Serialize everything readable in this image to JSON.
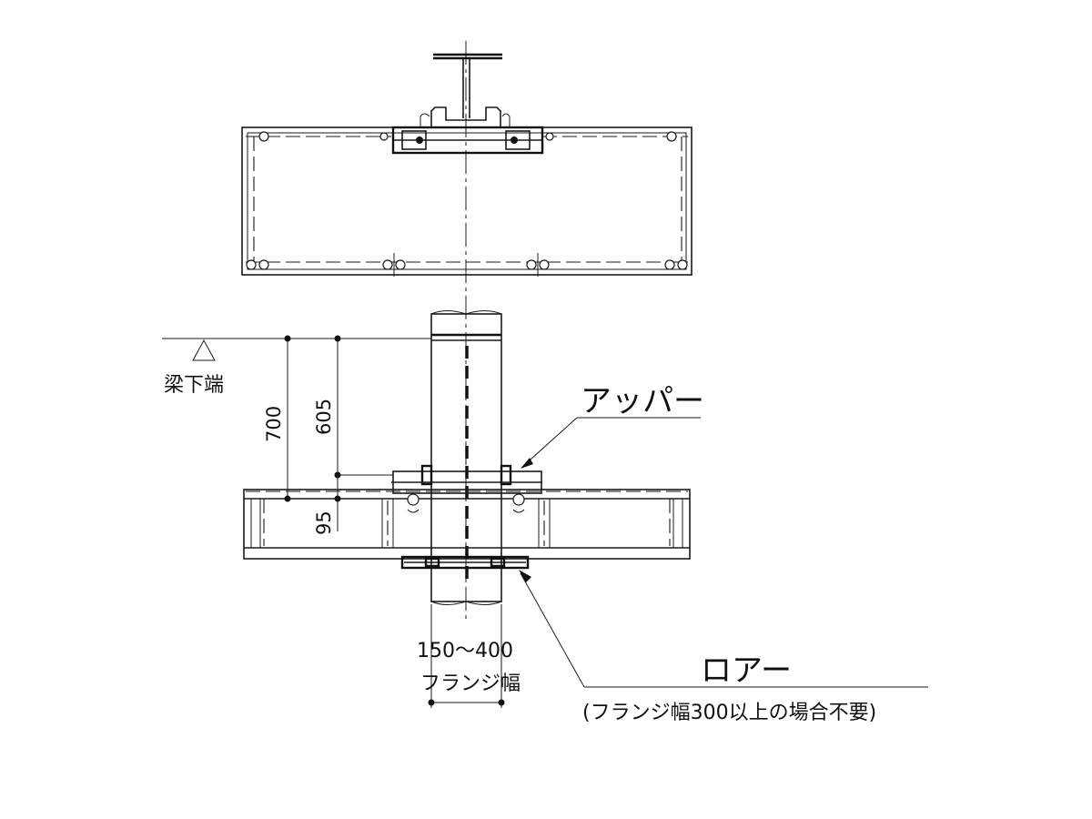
{
  "labels": {
    "beam_bottom": "梁下端",
    "upper": "アッパー",
    "lower": "ロアー",
    "lower_note": "(フランジ幅300以上の場合不要)",
    "flange_range": "150～400",
    "flange_width": "フランジ幅"
  },
  "dimensions": {
    "d700": "700",
    "d605": "605",
    "d95": "95"
  }
}
